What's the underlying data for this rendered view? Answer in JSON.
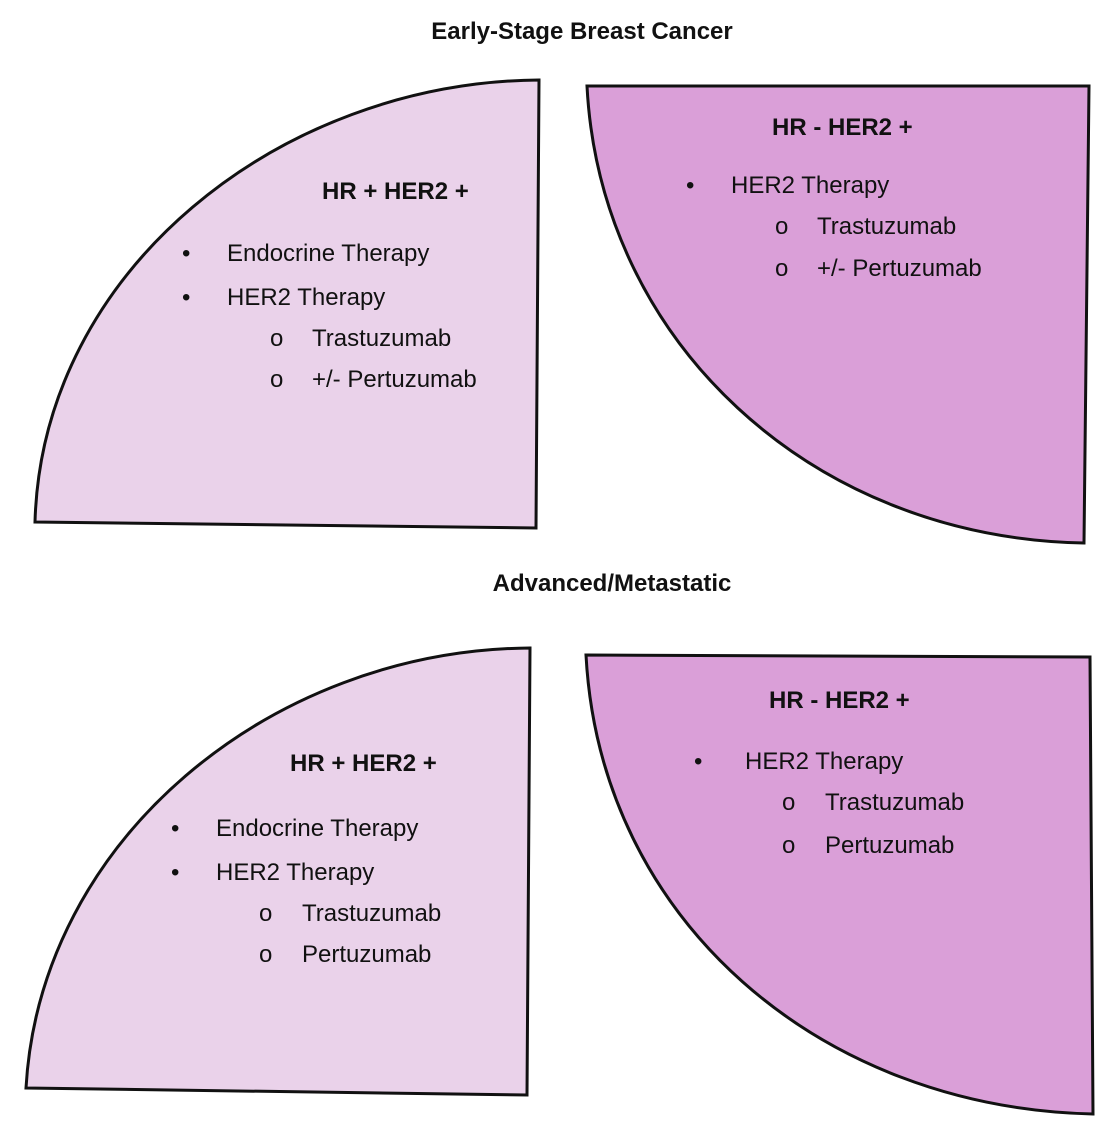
{
  "titles": {
    "early": "Early-Stage  Breast Cancer",
    "advanced": "Advanced/Metastatic"
  },
  "colors": {
    "light_panel": "#ead2ea",
    "dark_panel": "#da9fd8",
    "outline": "#111111"
  },
  "early": {
    "left": {
      "heading": "HR + HER2 +",
      "items": [
        {
          "level": 1,
          "text": "Endocrine Therapy"
        },
        {
          "level": 1,
          "text": "HER2 Therapy"
        },
        {
          "level": 2,
          "text": "Trastuzumab"
        },
        {
          "level": 2,
          "text": "+/- Pertuzumab"
        }
      ]
    },
    "right": {
      "heading": "HR - HER2 +",
      "items": [
        {
          "level": 1,
          "text": "HER2 Therapy"
        },
        {
          "level": 2,
          "text": "Trastuzumab"
        },
        {
          "level": 2,
          "text": "+/- Pertuzumab"
        }
      ]
    }
  },
  "advanced": {
    "left": {
      "heading": "HR + HER2 +",
      "items": [
        {
          "level": 1,
          "text": "Endocrine Therapy"
        },
        {
          "level": 1,
          "text": "HER2 Therapy"
        },
        {
          "level": 2,
          "text": "Trastuzumab"
        },
        {
          "level": 2,
          "text": "Pertuzumab"
        }
      ]
    },
    "right": {
      "heading": "HR - HER2 +",
      "items": [
        {
          "level": 1,
          "text": "HER2 Therapy"
        },
        {
          "level": 2,
          "text": "Trastuzumab"
        },
        {
          "level": 2,
          "text": "Pertuzumab"
        }
      ]
    }
  }
}
